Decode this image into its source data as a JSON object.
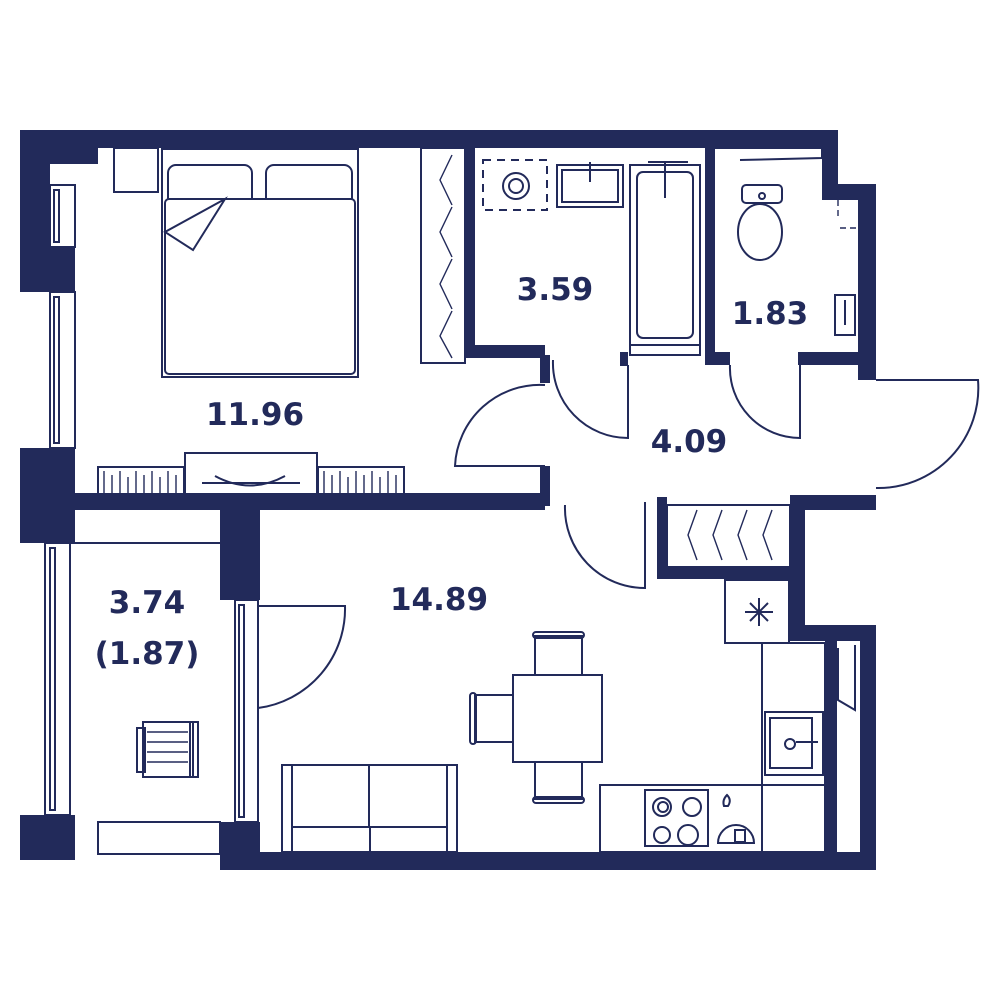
{
  "plan": {
    "wall_color": "#222a5a",
    "rooms": [
      {
        "id": "bedroom",
        "area": "11.96"
      },
      {
        "id": "bathroom",
        "area": "3.59"
      },
      {
        "id": "toilet",
        "area": "1.83"
      },
      {
        "id": "hallway",
        "area": "4.09"
      },
      {
        "id": "living-kitchen",
        "area": "14.89"
      },
      {
        "id": "balcony",
        "area": "3.74",
        "reduced_area": "(1.87)"
      }
    ]
  }
}
